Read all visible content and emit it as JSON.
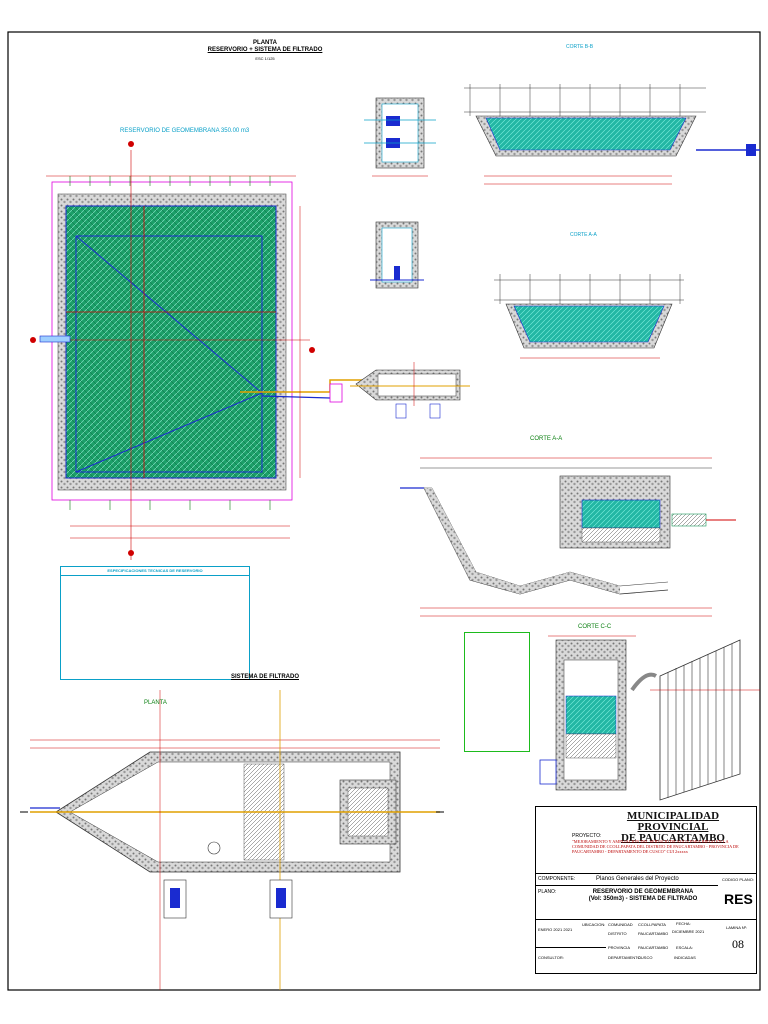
{
  "planta_title": "PLANTA",
  "planta_subtitle": "RESERVORIO + SISTEMA DE FILTRADO",
  "planta_scale": "ESC 1/125",
  "reservoir_label": "RESERVORIO DE GEOMEMBRANA 350.00 m3",
  "section_labels": {
    "corte_bb": "CORTE B-B",
    "corte_aa": "CORTE A-A",
    "corte_aa2": "CORTE A-A",
    "corte_cc": "CORTE C-C"
  },
  "specs_title": "ESPECIFICACIONES TECNICAS DE RESERVORIO",
  "sistema_title": "SISTEMA DE FILTRADO",
  "planta_filtro": "PLANTA",
  "title_block": {
    "municipality_line1": "MUNICIPALIDAD PROVINCIAL",
    "municipality_line2": "DE PAUCARTAMBO",
    "proyecto_label": "PROYECTO:",
    "proyecto_text": "\"MEJORAMIENTO Y AMPLIACION DEL SERVICIO DE AGUA PARA RIEGO EN LA COMUNIDAD DE CCOLLPAPATA DEL DISTRITO DE PAUCARTAMBO - PROVINCIA DE PAUCARTAMBO - DEPARTAMENTO DE CUSCO\" CUI 2xxxxx",
    "componente_label": "COMPONENTE:",
    "componente_value": "Planos Generales del Proyecto",
    "codigo_label": "CODIGO PLANO:",
    "codigo_value": "RES",
    "plano_label": "PLANO:",
    "plano_value": "RESERVORIO DE GEOMEMBRANA (Vol: 350m3) - SISTEMA DE FILTRADO",
    "lamina_label": "LAMINA Nº:",
    "lamina_value": "08",
    "ubicacion_label": "UBICACION:",
    "comunidad_label": "COMUNIDAD",
    "comunidad_value": "CCOLLPAPATA",
    "distrito_label": "DISTRITO",
    "distrito_value": "PAUCARTAMBO",
    "provincia_label": "PROVINCIA",
    "provincia_value": "PAUCARTAMBO",
    "departamento_label": "DEPARTAMENTO",
    "departamento_value": "CUSCO",
    "fecha_label": "FECHA:",
    "fecha_value": "DICIEMBRE 2021",
    "escala_label": "ESCALA:",
    "escala_value": "INDICADAS",
    "consultor_label": "CONSULTOR:",
    "date_code": "ENERO 2021 2021"
  },
  "colors": {
    "green": "#1a9a5a",
    "cyan": "#0aa0c8",
    "magenta": "#e000e0",
    "red": "#d00000",
    "blue": "#1a2bd0",
    "orange": "#e0a000"
  }
}
